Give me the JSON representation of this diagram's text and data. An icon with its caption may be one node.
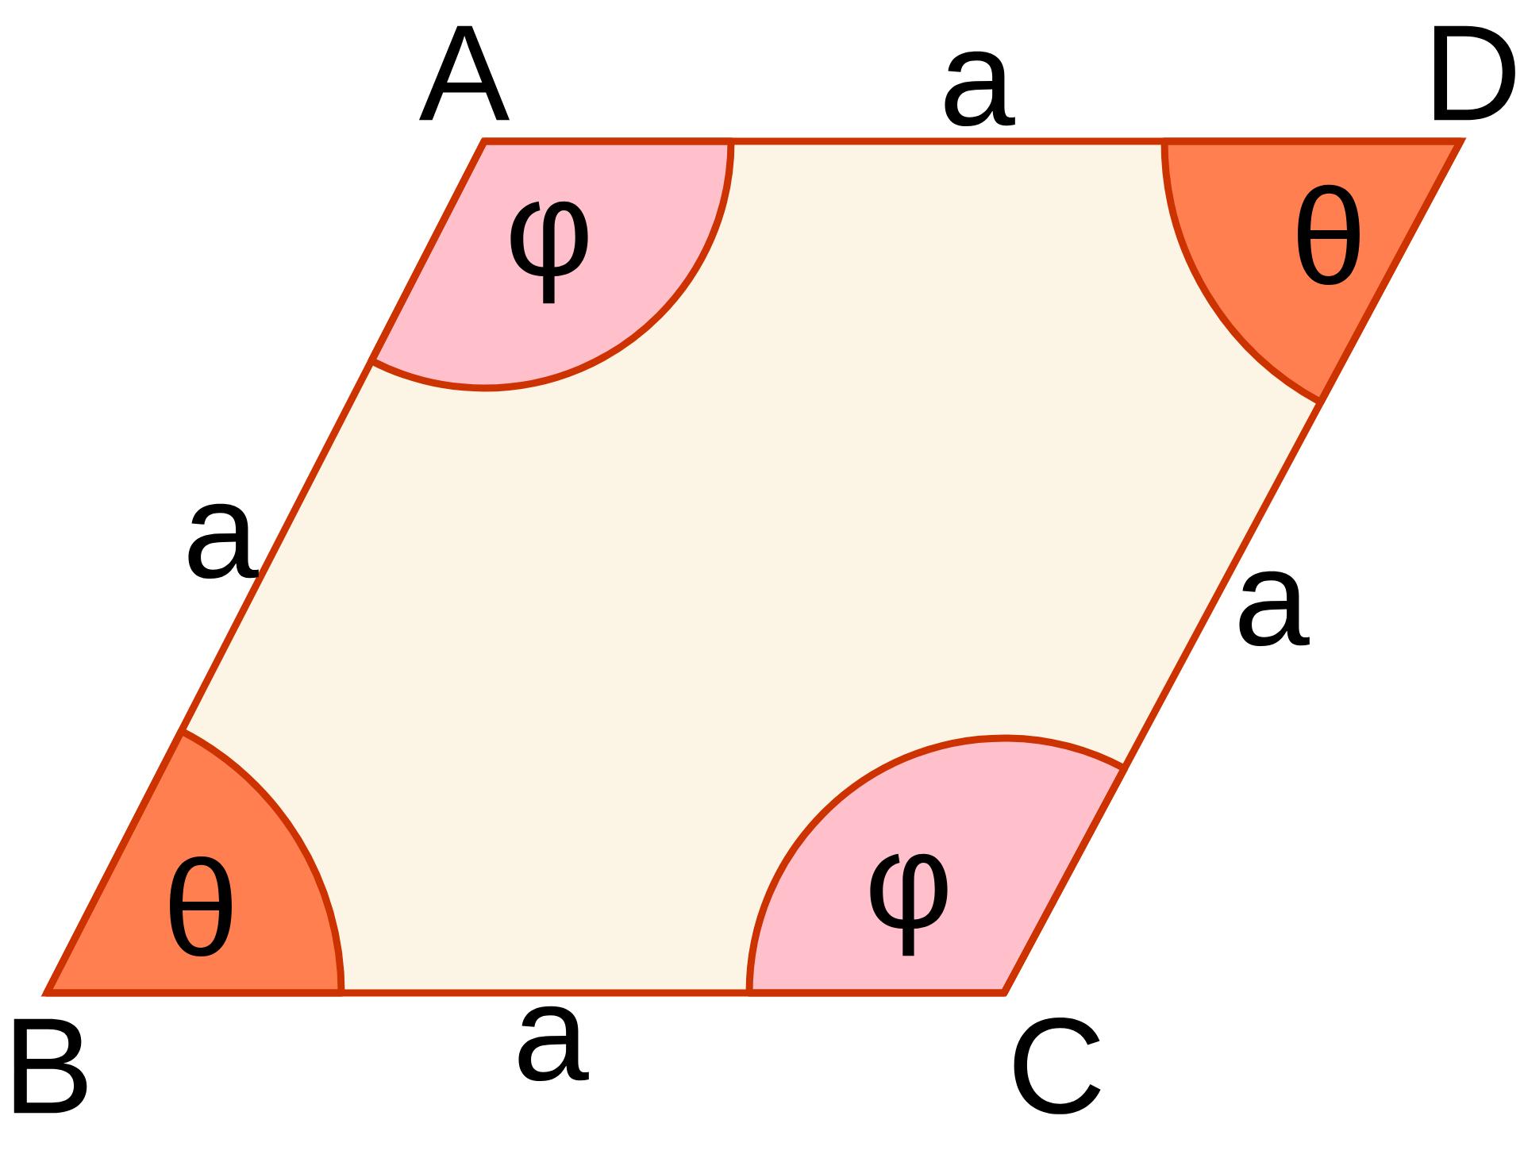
{
  "diagram": {
    "labels": [
      "A",
      "a",
      "D",
      "φ",
      "θ",
      "a",
      "a",
      "θ",
      "φ",
      "B",
      "a",
      "C"
    ]
  }
}
